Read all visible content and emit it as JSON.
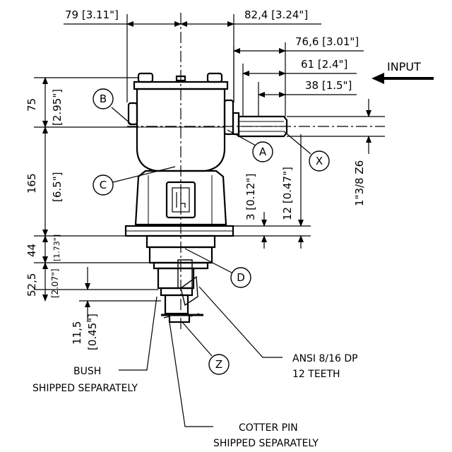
{
  "dimensions": {
    "d79": "79 [3.11\"]",
    "d824": "82,4 [3.24\"]",
    "d766": "76,6 [3.01\"]",
    "d61": "61 [2.4\"]",
    "d38": "38 [1.5\"]",
    "d75": "75",
    "d75_in": "[2.95\"]",
    "d165": "165",
    "d165_in": "[6.5\"]",
    "d44": "44",
    "d44_in": "[1.73\"]",
    "d525": "52,5",
    "d525_in": "[2.07\"]",
    "d115": "11,5",
    "d115_in": "[0.45\"]",
    "d3": "3 [0.12\"]",
    "d12": "12 [0.47\"]",
    "shaft": "1\"3/8 Z6"
  },
  "labels": {
    "input": "INPUT",
    "bush_1": "BUSH",
    "bush_2": "SHIPPED SEPARATELY",
    "ansi_1": "ANSI 8/16 DP",
    "ansi_2": "12   TEETH",
    "cotter_1": "COTTER PIN",
    "cotter_2": "SHIPPED SEPARATELY"
  },
  "callouts": {
    "a": "A",
    "b": "B",
    "c": "C",
    "d": "D",
    "x": "X",
    "z": "Z"
  }
}
